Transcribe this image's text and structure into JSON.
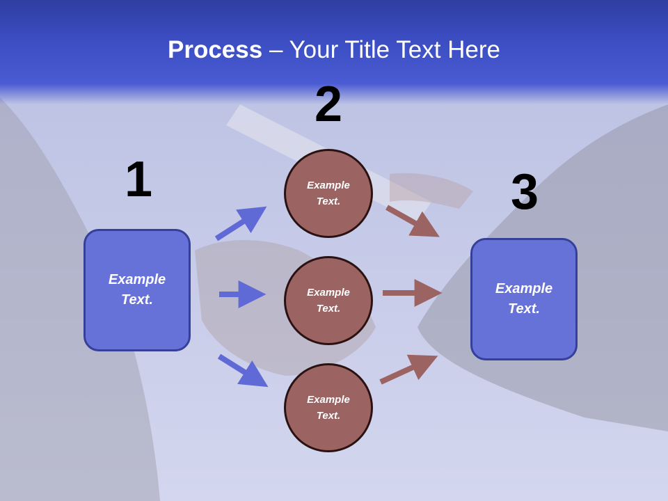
{
  "title": {
    "bold": "Process",
    "rest": " – Your Title Text Here"
  },
  "steps": [
    {
      "number": "1",
      "text_line1": "Example",
      "text_line2": "Text."
    },
    {
      "number": "2",
      "circles": [
        {
          "text_line1": "Example",
          "text_line2": "Text."
        },
        {
          "text_line1": "Example",
          "text_line2": "Text."
        },
        {
          "text_line1": "Example",
          "text_line2": "Text."
        }
      ]
    },
    {
      "number": "3",
      "text_line1": "Example",
      "text_line2": "Text."
    }
  ],
  "colors": {
    "title_band": "#3a4cc0",
    "box_fill": "#6772d8",
    "circle_fill": "#9b6462",
    "blue_arrow": "#5f6ad6",
    "red_arrow": "#9b6462"
  }
}
